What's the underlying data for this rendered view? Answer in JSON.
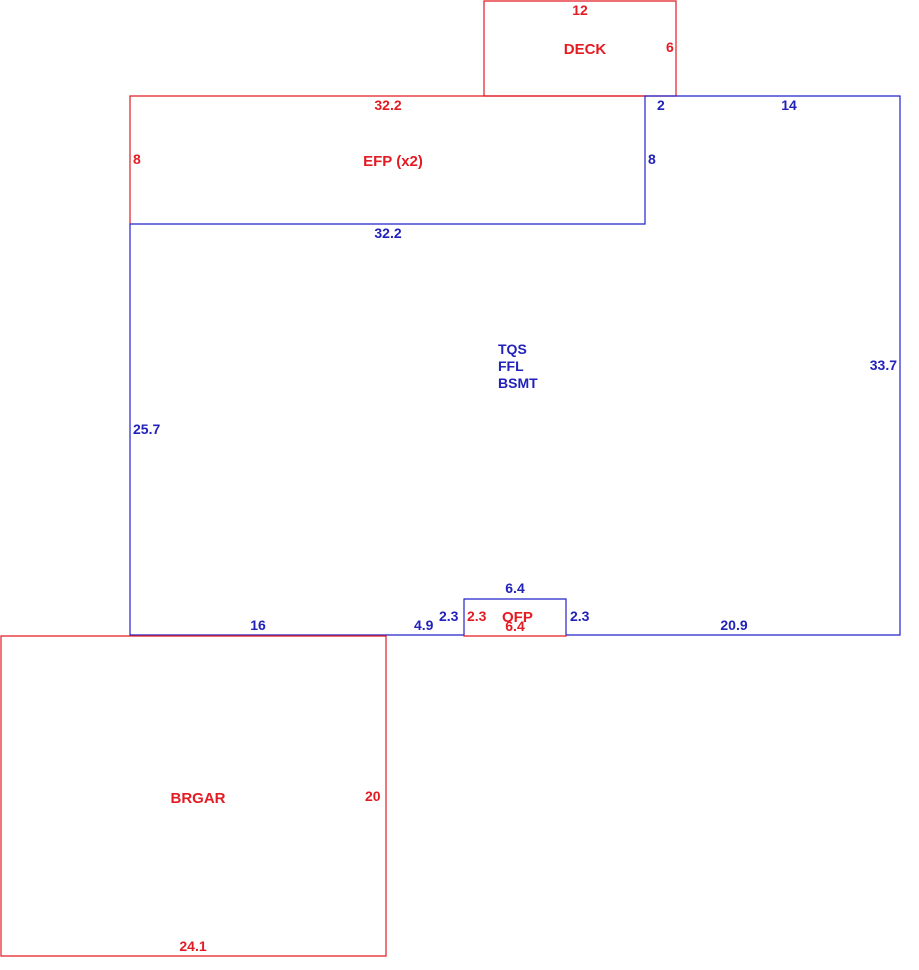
{
  "colors": {
    "red": "#e31b23",
    "blue": "#2222cc"
  },
  "deck": {
    "name": "DECK",
    "top": "12",
    "right": "6"
  },
  "efp": {
    "name": "EFP (x2)",
    "top": "32.2",
    "left": "8",
    "right": "8"
  },
  "main": {
    "label_line1": "TQS",
    "label_line2": "FFL",
    "label_line3": "BSMT",
    "top_inner": "2",
    "top_right": "14",
    "efp_bottom": "32.2",
    "right": "33.7",
    "left": "25.7",
    "bottom_left": "16",
    "bottom_mid": "4.9",
    "notch_left": "2.3",
    "notch_top": "6.4",
    "notch_right": "2.3",
    "bottom_right": "20.9"
  },
  "ofp": {
    "name": "OFP",
    "left": "2.3",
    "bottom": "6.4"
  },
  "brgar": {
    "name": "BRGAR",
    "right": "20",
    "bottom": "24.1"
  }
}
